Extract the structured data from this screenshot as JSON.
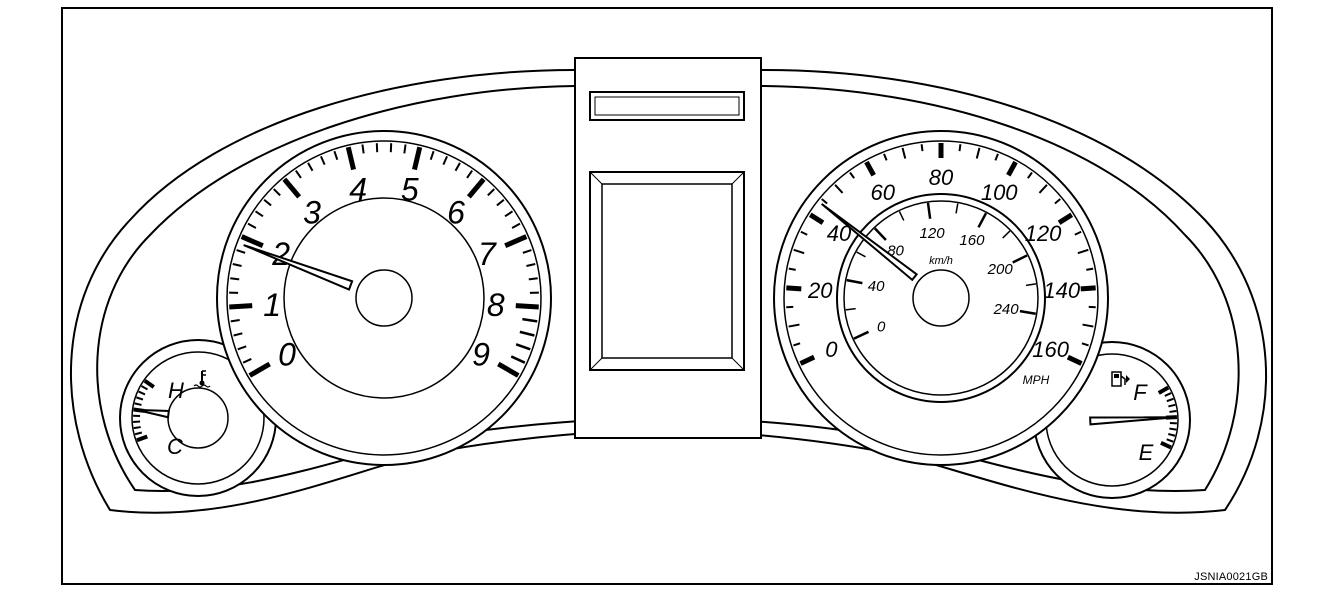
{
  "diagram_code": "JSNIA0021GB",
  "tachometer": {
    "labels": [
      "0",
      "1",
      "2",
      "3",
      "4",
      "5",
      "6",
      "7",
      "8",
      "9"
    ],
    "reading": 1.9
  },
  "speedometer": {
    "mph_labels": [
      "0",
      "20",
      "40",
      "60",
      "80",
      "100",
      "120",
      "140",
      "160"
    ],
    "mph_unit": "MPH",
    "kmh_labels": [
      "0",
      "40",
      "80",
      "120",
      "160",
      "200",
      "240"
    ],
    "kmh_unit": "km/h",
    "reading_mph": 44
  },
  "temperature_gauge": {
    "hot_label": "H",
    "cold_label": "C",
    "icon": "coolant-temperature-icon",
    "level": 0.5
  },
  "fuel_gauge": {
    "full_label": "F",
    "empty_label": "E",
    "icon": "fuel-pump-icon",
    "level": 0.5
  },
  "center_display": {
    "top_window": "",
    "main_window": ""
  }
}
